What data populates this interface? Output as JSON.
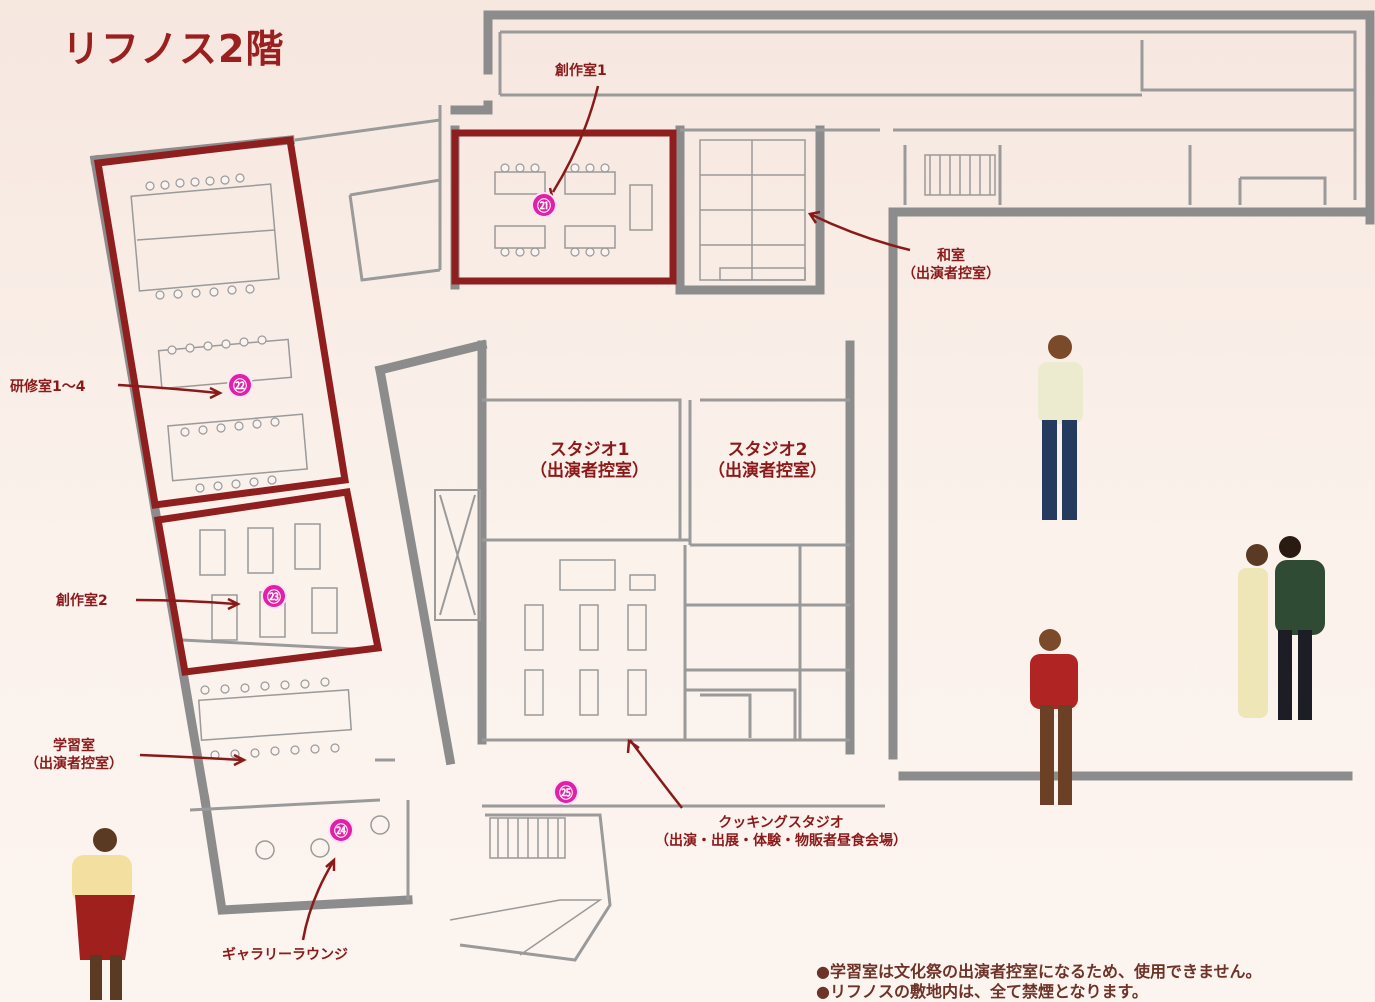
{
  "title": "リフノス2階",
  "markers": [
    "㉑",
    "㉒",
    "㉓",
    "㉔",
    "㉕"
  ],
  "labels": {
    "sousaku1": "創作室1",
    "washitsu": [
      "和室",
      "（出演者控室）"
    ],
    "kenshu": "研修室1〜4",
    "sousaku2": "創作室2",
    "gakushu": [
      "学習室",
      "（出演者控室）"
    ],
    "gallery": "ギャラリーラウンジ",
    "cooking": [
      "クッキングスタジオ",
      "（出演・出展・体験・物販者昼食会場）"
    ],
    "studio1": [
      "スタジオ1",
      "（出演者控室）"
    ],
    "studio2": [
      "スタジオ2",
      "（出演者控室）"
    ]
  },
  "notes": [
    "●学習室は文化祭の出演者控室になるため、使用できません。",
    "●リフノスの敷地内は、全て禁煙となります。"
  ],
  "colors": {
    "accent": "#8a1a1a",
    "highlight_border": "#8f1f1f",
    "marker": "#e020a8",
    "wall": "#8a8a8a",
    "background": "#f8ece5"
  }
}
